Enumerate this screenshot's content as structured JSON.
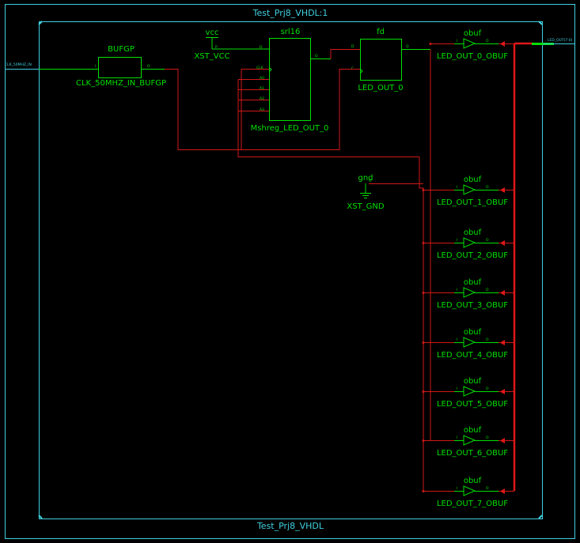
{
  "top_title": "Test_Prj8_VHDL:1",
  "bottom_title": "Test_Prj8_VHDL",
  "input_port": "CLK_50MHZ_IN",
  "output_port": "LED_OUT(7:0)",
  "bufgp": {
    "type": "BUFGP",
    "name": "CLK_50MHZ_IN_BUFGP",
    "pin_in": "I",
    "pin_out": "O"
  },
  "vcc": {
    "type": "vcc",
    "name": "XST_VCC",
    "pin": "P"
  },
  "gnd": {
    "type": "gnd",
    "name": "XST_GND",
    "pin": "G"
  },
  "srl16": {
    "type": "srl16",
    "name": "Mshreg_LED_OUT_0",
    "pins": [
      "D",
      "CLK",
      "A0",
      "A1",
      "A2",
      "A3"
    ],
    "pin_out": "Q"
  },
  "fd": {
    "type": "fd",
    "name": "LED_OUT_0",
    "pin_d": "D",
    "pin_c": "C",
    "pin_q": "Q"
  },
  "obufs": [
    {
      "type": "obuf",
      "name": "LED_OUT_0_OBUF"
    },
    {
      "type": "obuf",
      "name": "LED_OUT_1_OBUF"
    },
    {
      "type": "obuf",
      "name": "LED_OUT_2_OBUF"
    },
    {
      "type": "obuf",
      "name": "LED_OUT_3_OBUF"
    },
    {
      "type": "obuf",
      "name": "LED_OUT_4_OBUF"
    },
    {
      "type": "obuf",
      "name": "LED_OUT_5_OBUF"
    },
    {
      "type": "obuf",
      "name": "LED_OUT_6_OBUF"
    },
    {
      "type": "obuf",
      "name": "LED_OUT_7_OBUF"
    }
  ],
  "obuf_pin_in": "I",
  "obuf_pin_out": "O",
  "colors": {
    "background": "#000000",
    "frame": "#3fd0e0",
    "symbol": "#00e000",
    "wire": "#d01818"
  }
}
